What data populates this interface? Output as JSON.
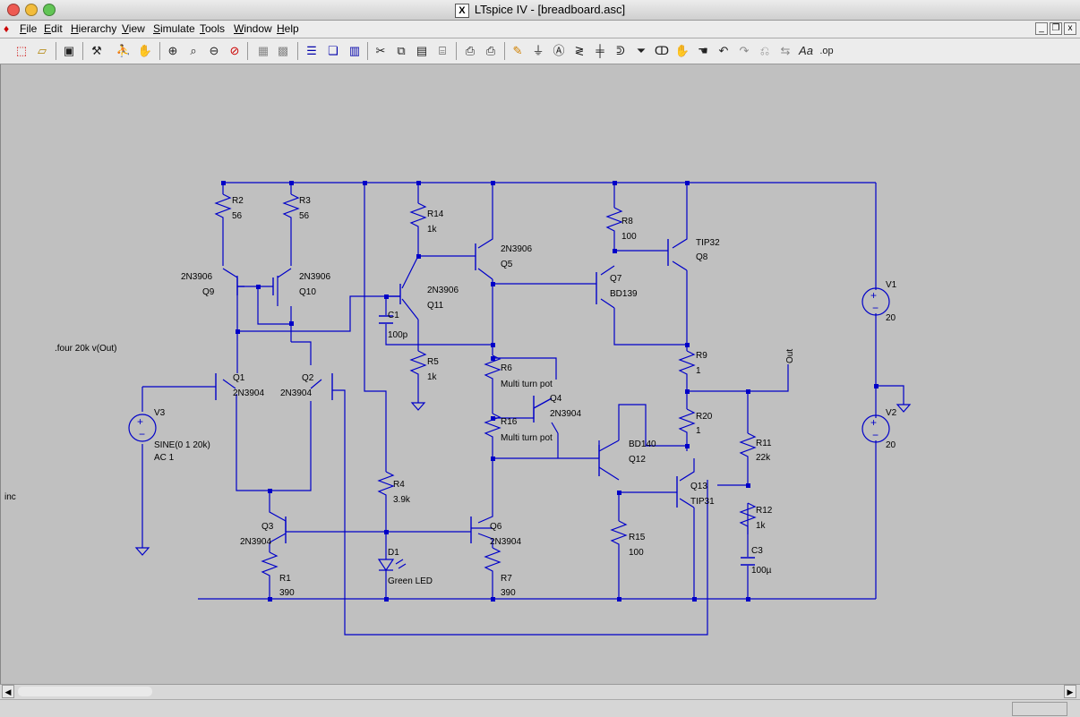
{
  "window": {
    "app_name": "LTspice IV",
    "separator": "-",
    "document": "[breadboard.asc]"
  },
  "menu": [
    "File",
    "Edit",
    "Hierarchy",
    "View",
    "Simulate",
    "Tools",
    "Window",
    "Help"
  ],
  "toolbar_icons": [
    "new-schematic",
    "open",
    "save",
    "control-panel",
    "run",
    "halt",
    "zoom-in",
    "zoom-pan",
    "zoom-out",
    "zoom-cancel",
    "autorange",
    "fit",
    "tile-horizontal",
    "cascade",
    "tile-vertical",
    "cut",
    "copy",
    "paste",
    "find",
    "print-setup",
    "print",
    "draw-wire",
    "ground",
    "label-net",
    "component",
    "resistor",
    "capacitor",
    "inductor",
    "diode",
    "move",
    "drag",
    "undo",
    "redo",
    "rotate",
    "mirror",
    "text",
    "spice-directive"
  ],
  "schematic": {
    "directives": [
      ".four 20k v(Out)",
      "inc"
    ],
    "components": [
      {
        "ref": "R2",
        "value": "56"
      },
      {
        "ref": "R3",
        "value": "56"
      },
      {
        "ref": "R14",
        "value": "1k"
      },
      {
        "ref": "Q5",
        "value": "2N3906"
      },
      {
        "ref": "R8",
        "value": "100"
      },
      {
        "ref": "Q8",
        "value": "TIP32"
      },
      {
        "ref": "Q9",
        "value": "2N3906"
      },
      {
        "ref": "Q10",
        "value": "2N3906"
      },
      {
        "ref": "Q11",
        "value": "2N3906"
      },
      {
        "ref": "C1",
        "value": "100p"
      },
      {
        "ref": "Q7",
        "value": "BD139"
      },
      {
        "ref": "V1",
        "value": "20"
      },
      {
        "ref": "R5",
        "value": "1k"
      },
      {
        "ref": "R6",
        "value": "Multi turn pot"
      },
      {
        "ref": "R9",
        "value": "1"
      },
      {
        "ref": "Q1",
        "value": "2N3904"
      },
      {
        "ref": "Q2",
        "value": "2N3904"
      },
      {
        "ref": "Q4",
        "value": "2N3904"
      },
      {
        "ref": "V3",
        "value": "SINE(0 1 20k)",
        "value2": "AC 1"
      },
      {
        "ref": "R16",
        "value": "Multi turn pot"
      },
      {
        "ref": "R20",
        "value": "1"
      },
      {
        "ref": "V2",
        "value": "20"
      },
      {
        "ref": "Q12",
        "value": "BD140"
      },
      {
        "ref": "R11",
        "value": "22k"
      },
      {
        "ref": "Q13",
        "value": "TIP31"
      },
      {
        "ref": "R4",
        "value": "3.9k"
      },
      {
        "ref": "R12",
        "value": "1k"
      },
      {
        "ref": "Q3",
        "value": "2N3904"
      },
      {
        "ref": "Q6",
        "value": "2N3904"
      },
      {
        "ref": "R15",
        "value": "100"
      },
      {
        "ref": "C3",
        "value": "100µ"
      },
      {
        "ref": "D1",
        "value": "Green LED"
      },
      {
        "ref": "R1",
        "value": "390"
      },
      {
        "ref": "R7",
        "value": "390"
      }
    ],
    "net_labels": [
      "Out"
    ],
    "wire_color": "#0000c8",
    "background_color": "#c0c0c0"
  }
}
